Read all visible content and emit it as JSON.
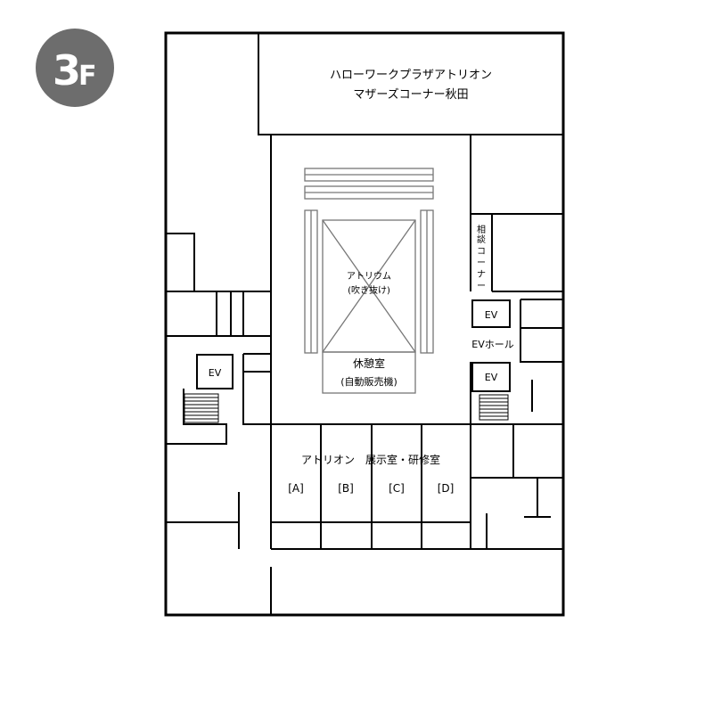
{
  "floor_badge": {
    "number": "3",
    "suffix": "F",
    "color": "#6d6d6d"
  },
  "rooms": {
    "hello_work": {
      "line1": "ハローワークプラザアトリオン",
      "line2": "マザーズコーナー秋田"
    },
    "atrium": {
      "line1": "アトリウム",
      "line2": "(吹き抜け)"
    },
    "lounge": {
      "line1": "休憩室",
      "line2": "(自動販売機)"
    },
    "consult": {
      "chars": [
        "相",
        "談",
        "コ",
        "ー",
        "ナ",
        "ー"
      ]
    },
    "ev_hall": "EVホール",
    "ev": "EV",
    "exhibition": {
      "title": "アトリオン　展示室・研修室",
      "rooms": [
        "[A]",
        "[B]",
        "[C]",
        "[D]"
      ]
    }
  }
}
